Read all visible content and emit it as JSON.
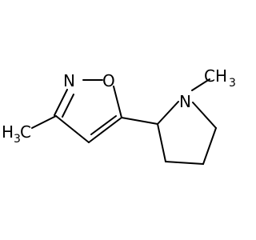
{
  "molecule": {
    "atoms": {
      "nitrogen_ring": "N",
      "oxygen_ring": "O",
      "nitrogen_pyrrolidine": "N",
      "methyl_left_main": "H",
      "methyl_left_sub": "3",
      "methyl_left_tail": "C",
      "methyl_top_main": "CH",
      "methyl_top_sub": "3"
    },
    "colors": {
      "bond": "#000000",
      "background": "#ffffff"
    }
  }
}
